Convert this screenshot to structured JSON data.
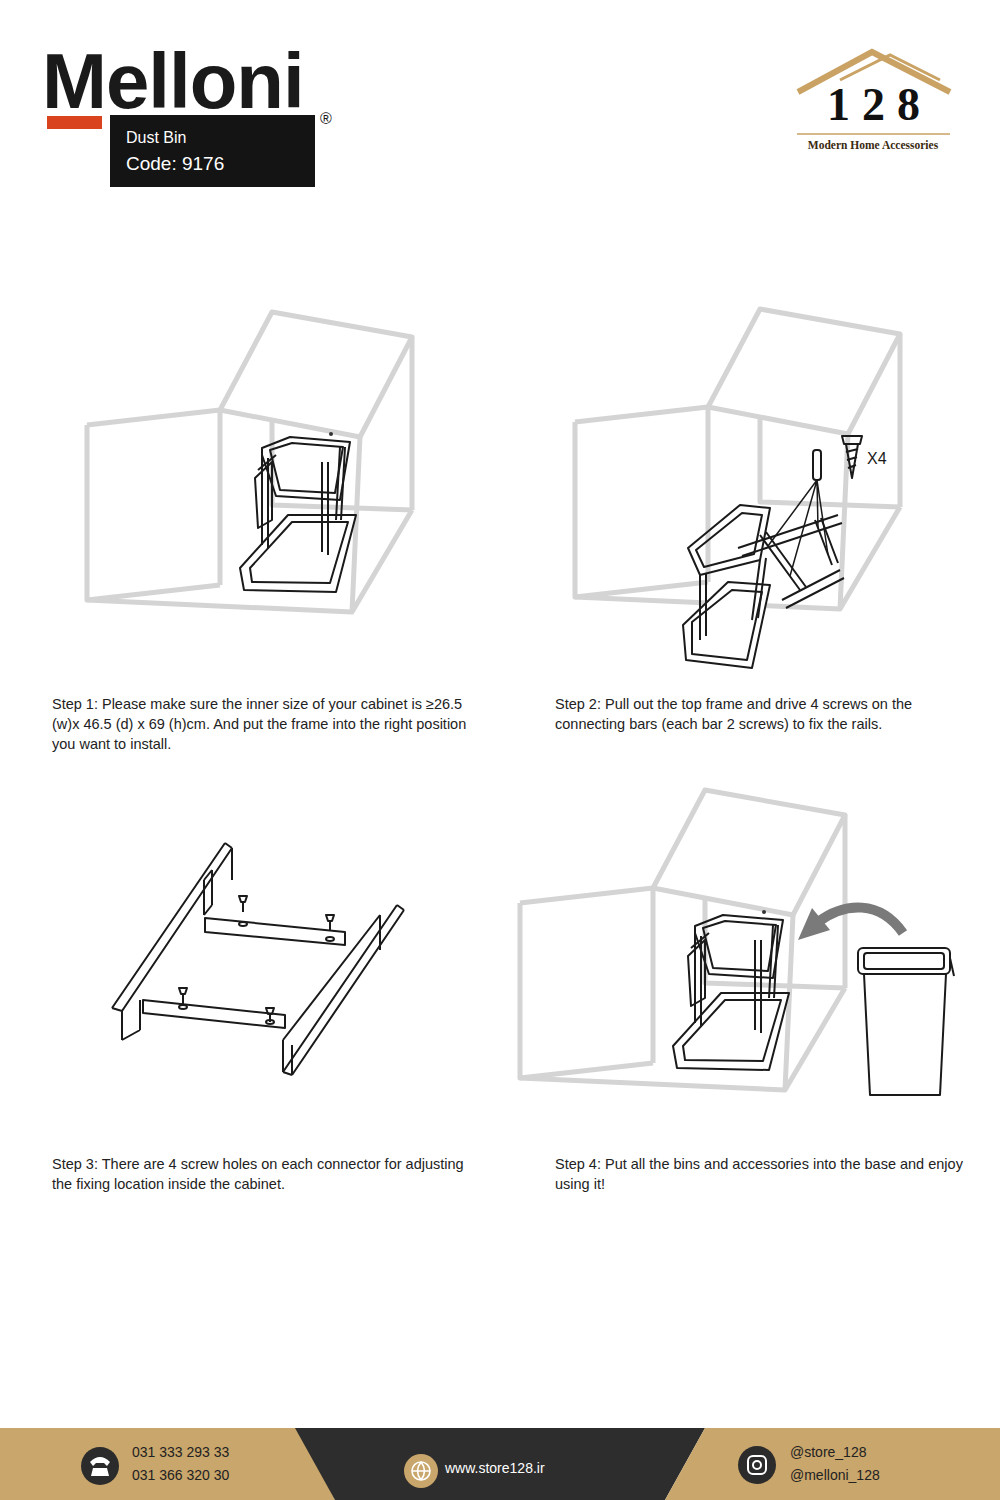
{
  "diagram": {
    "nodes": [
      {
        "text": [
          "Dust Bin",
          "Code: 9176"
        ]
      },
      {
        "text": [
          "031 333 293 33",
          "031 366 320 30"
        ]
      },
      {
        "text": [
          "www.store128.ir"
        ]
      },
      {
        "text": [
          "@store_128",
          "@melloni_128"
        ]
      }
    ],
    "labels": [
      "Melloni",
      "®",
      "128",
      "Modern Home Accessories",
      "X4",
      "Step 1: Please make sure the inner size of your cabinet is ≥26.5 (w)x 46.5 (d) x 69 (h)cm. And put the frame into the right position you want to install.",
      "Step 2: Pull out the top frame and drive 4 screws on the connecting bars (each bar 2 screws) to fix the rails.",
      "Step 3: There are 4 screw holes on each connector for adjusting the fixing location inside the cabinet.",
      "Step 4: Put all the bins and accessories into the base and enjoy using it!"
    ]
  }
}
